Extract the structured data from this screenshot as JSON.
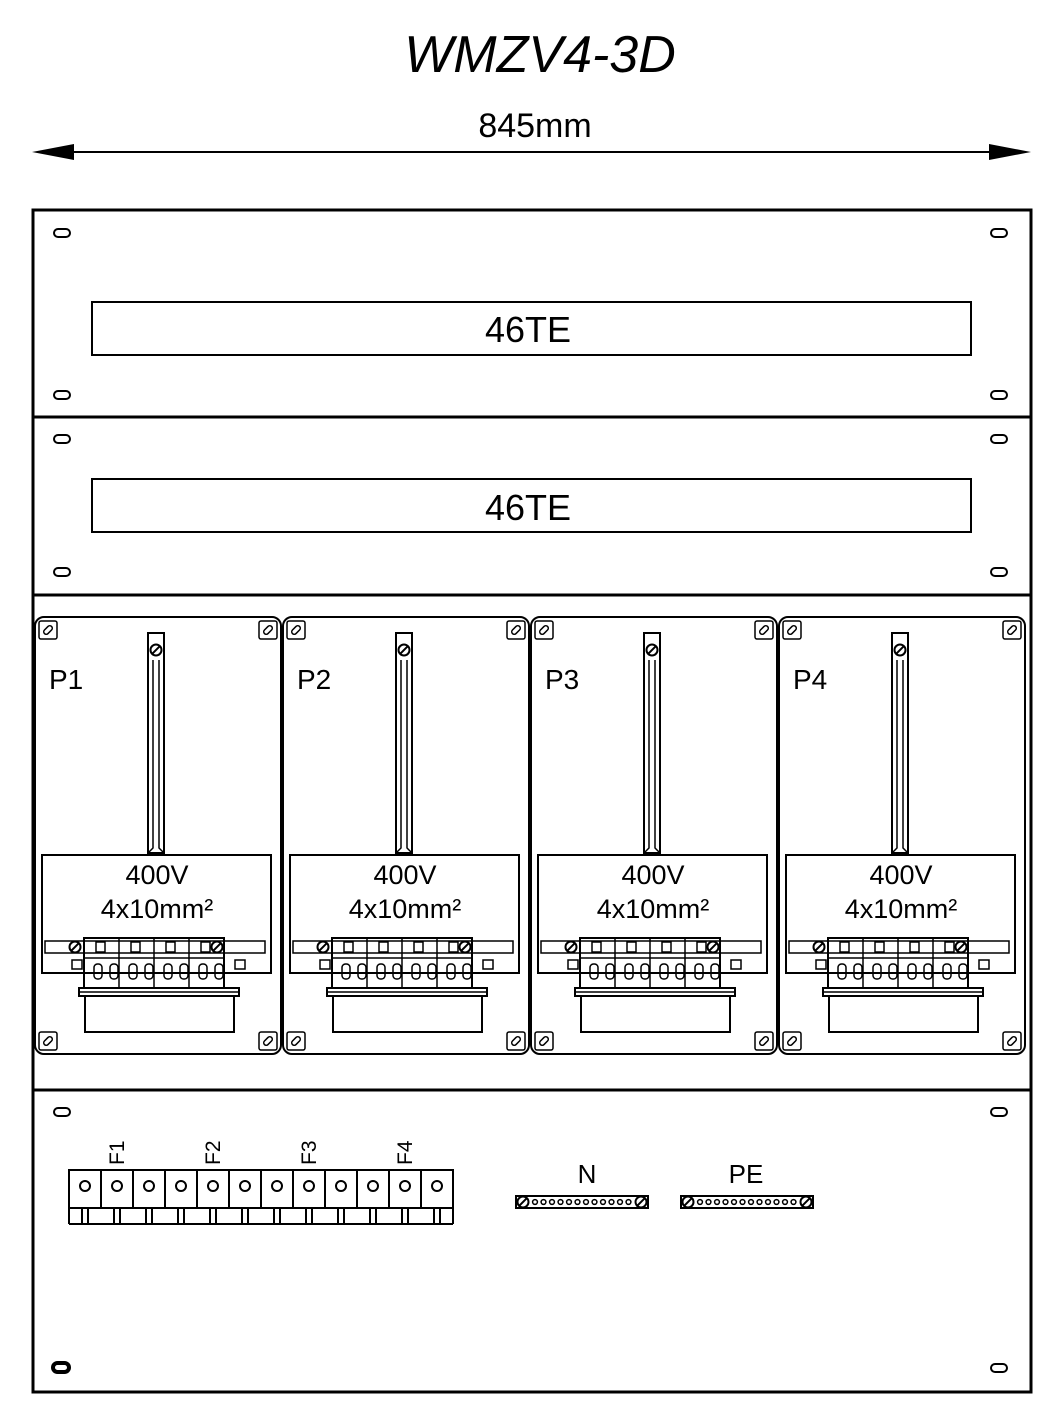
{
  "title": "WMZV4-3D",
  "dimension": "845mm",
  "top_panels": [
    {
      "label": "46TE"
    },
    {
      "label": "46TE"
    }
  ],
  "meter_panels": [
    {
      "id": "P1",
      "voltage": "400V",
      "cable": "4x10mm²"
    },
    {
      "id": "P2",
      "voltage": "400V",
      "cable": "4x10mm²"
    },
    {
      "id": "P3",
      "voltage": "400V",
      "cable": "4x10mm²"
    },
    {
      "id": "P4",
      "voltage": "400V",
      "cable": "4x10mm²"
    }
  ],
  "bottom_panel": {
    "fuse_labels": [
      "F1",
      "F2",
      "F3",
      "F4"
    ],
    "busbar_n": "N",
    "busbar_pe": "PE"
  }
}
